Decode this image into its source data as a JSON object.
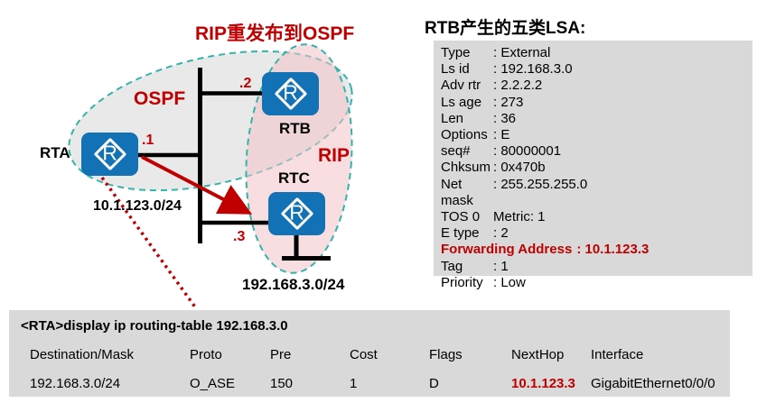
{
  "diagram": {
    "title": "RIP重发布到OSPF",
    "ospf_label": "OSPF",
    "rip_label": "RIP",
    "router_glyph": "R",
    "routers": {
      "rta": {
        "name": "RTA",
        "iface": ".1"
      },
      "rtb": {
        "name": "RTB",
        "iface": ".2"
      },
      "rtc": {
        "name": "RTC",
        "iface": ".3"
      }
    },
    "networks": {
      "transit": "10.1.123.0/24",
      "rip_net": "192.168.3.0/24"
    }
  },
  "lsa_panel": {
    "title": "RTB产生的五类LSA:",
    "rows": [
      {
        "label": "Type",
        "value": ": External"
      },
      {
        "label": "Ls id",
        "value": ": 192.168.3.0"
      },
      {
        "label": "Adv rtr",
        "value": ": 2.2.2.2"
      },
      {
        "label": "Ls age",
        "value": ": 273"
      },
      {
        "label": "Len",
        "value": ": 36"
      },
      {
        "label": "Options",
        "value": ":  E"
      },
      {
        "label": "seq#",
        "value": ": 80000001"
      },
      {
        "label": "Chksum",
        "value": ": 0x470b"
      },
      {
        "label": "Net mask",
        "value": ": 255.255.255.0"
      },
      {
        "label": "TOS 0",
        "value": "Metric: 1"
      },
      {
        "label": "E type",
        "value": ": 2"
      },
      {
        "label": "Forwarding Address",
        "value": ": 10.1.123.3",
        "highlight": true
      },
      {
        "label": "Tag",
        "value": ": 1"
      },
      {
        "label": "Priority",
        "value": ": Low"
      }
    ]
  },
  "cli_panel": {
    "command": "<RTA>display ip routing-table 192.168.3.0",
    "headers": [
      "Destination/Mask",
      "Proto",
      "Pre",
      "Cost",
      "Flags",
      "NextHop",
      "Interface"
    ],
    "row": {
      "destination": "192.168.3.0/24",
      "proto": "O_ASE",
      "pre": "150",
      "cost": "1",
      "flags": "D",
      "nexthop": "10.1.123.3",
      "interface": "GigabitEthernet0/0/0"
    }
  },
  "colors": {
    "accent_red": "#c00000",
    "router_blue": "#1272b5",
    "dash_teal": "#35b3ab",
    "panel_gray": "#d9d9d9",
    "ospf_fill": "#e9e9e9",
    "rip_fill": "#f6c3c9"
  }
}
